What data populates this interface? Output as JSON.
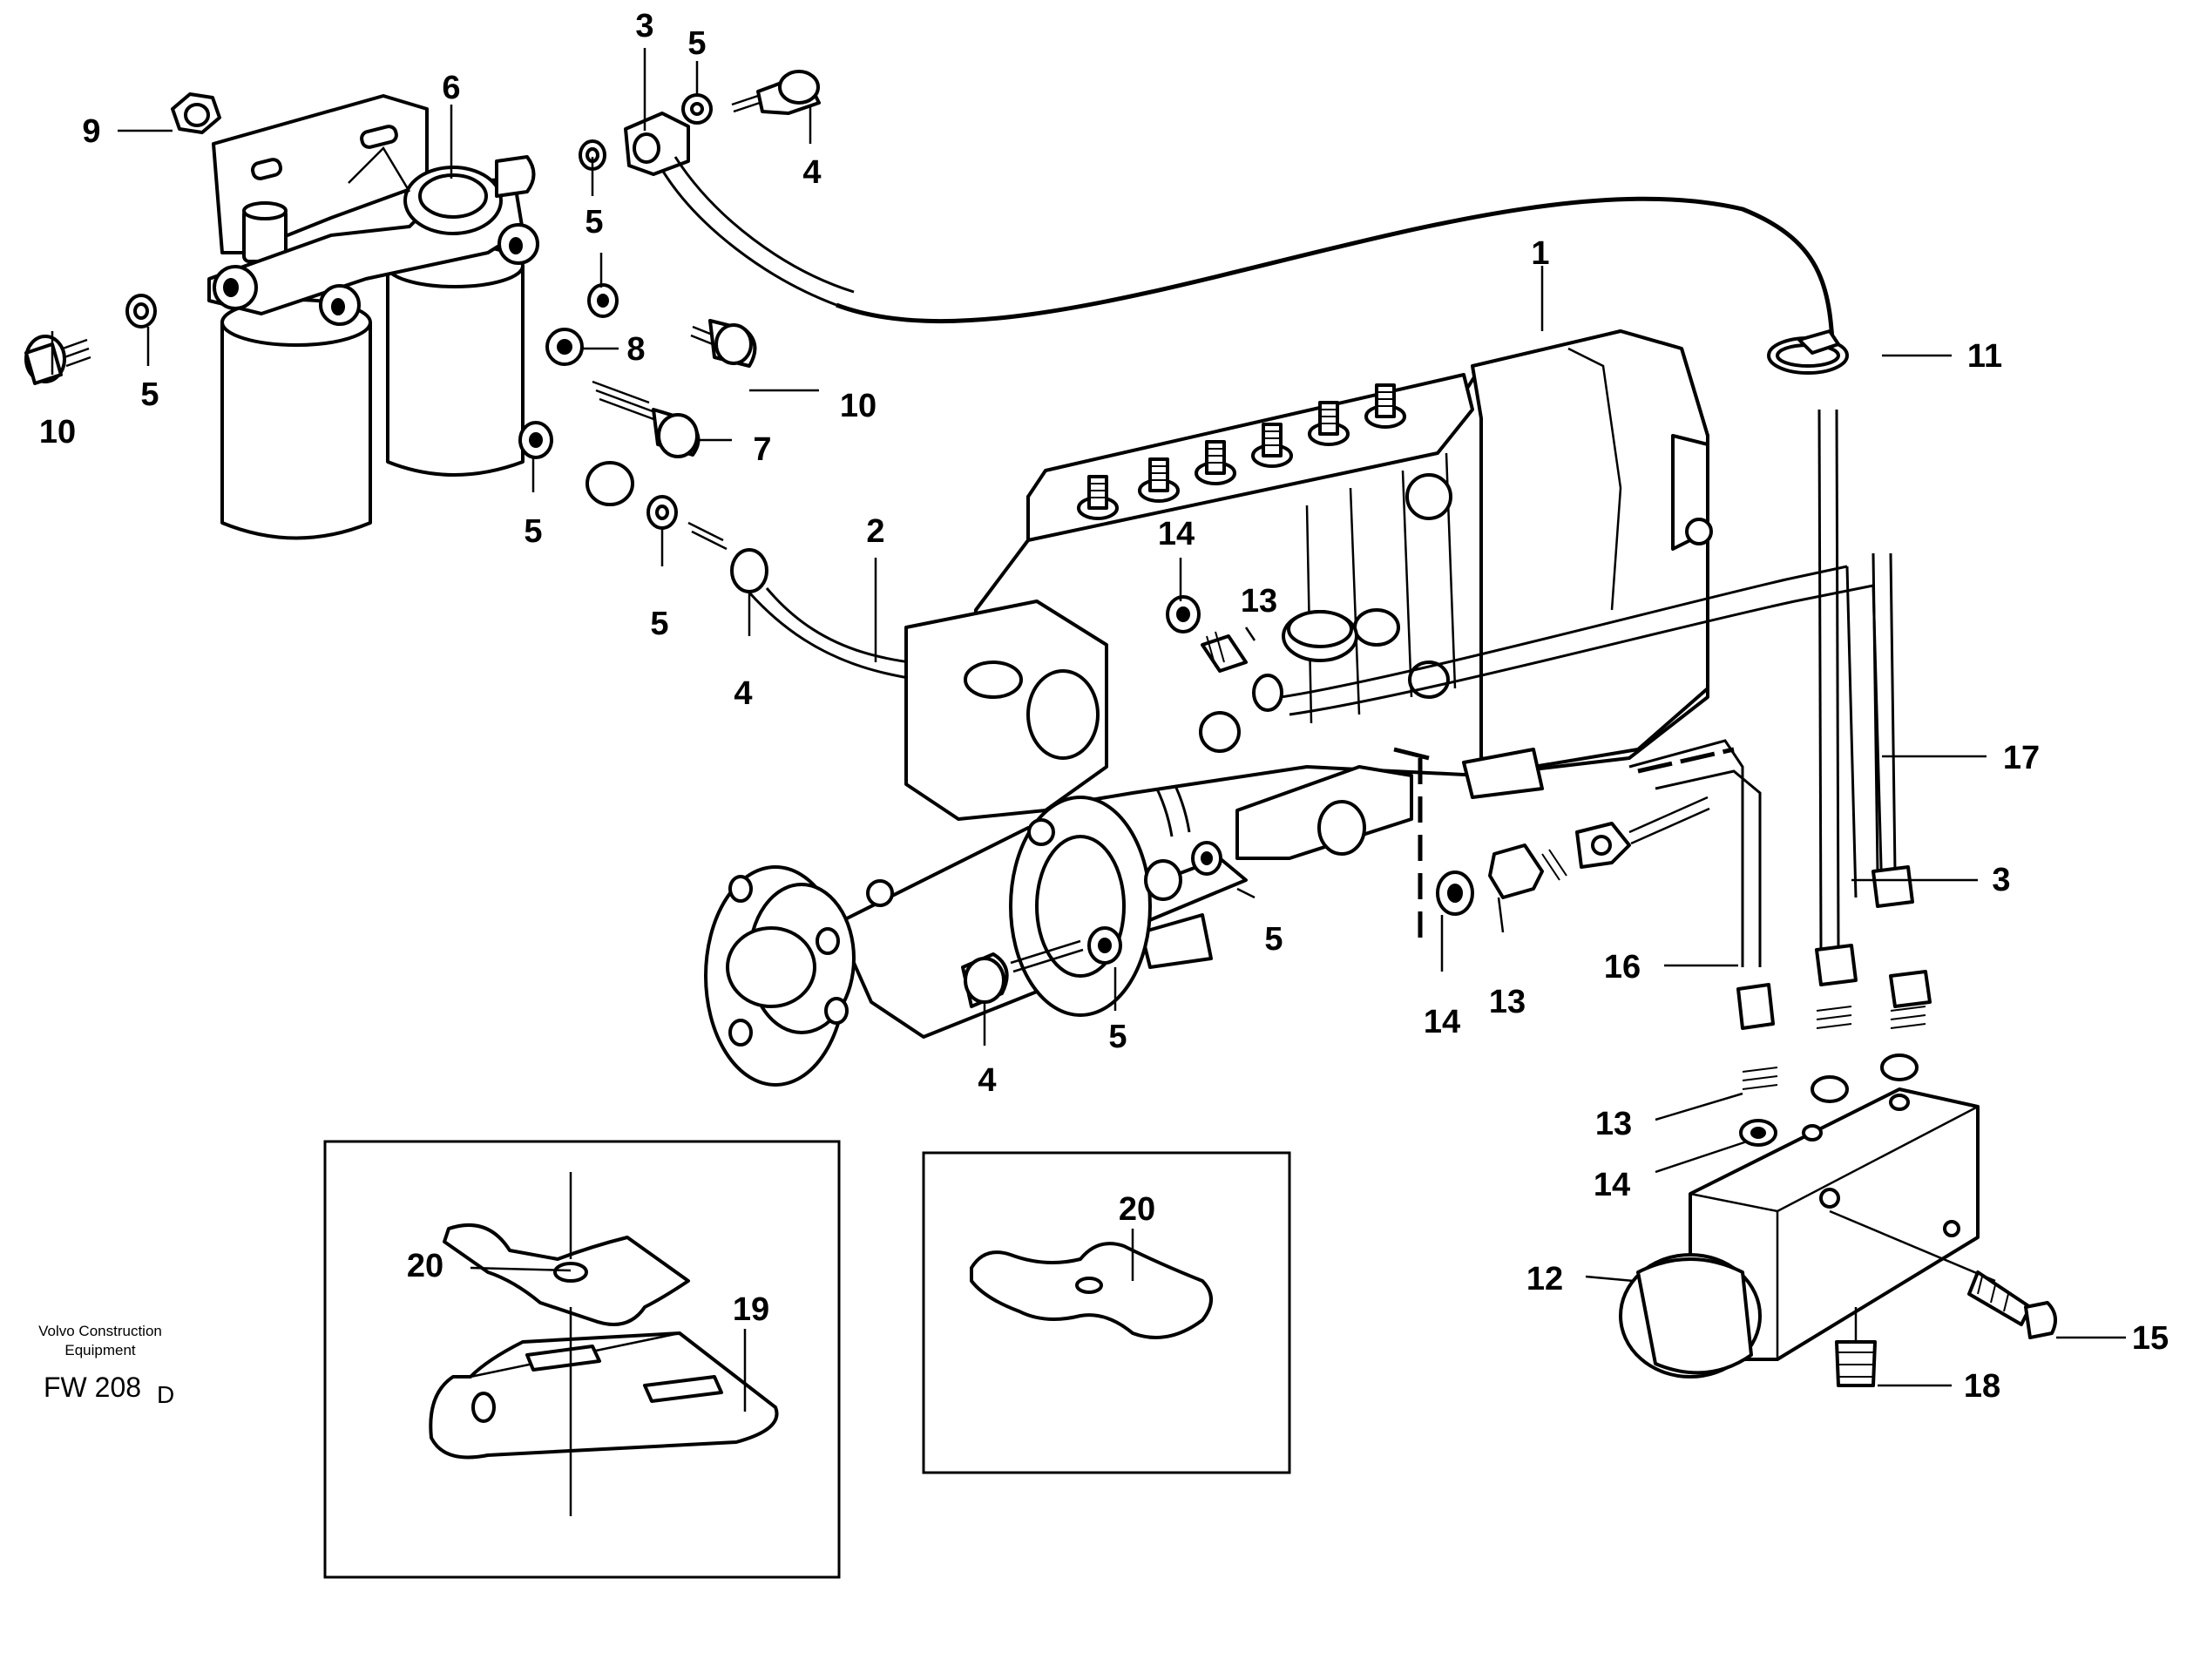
{
  "credit": {
    "line1": "Volvo Construction",
    "line2": "Equipment",
    "code": "FW 208",
    "suffix": "D"
  },
  "callouts": [
    {
      "id": "c3a",
      "label": "3"
    },
    {
      "id": "c5a",
      "label": "5"
    },
    {
      "id": "c9",
      "label": "9"
    },
    {
      "id": "c6",
      "label": "6"
    },
    {
      "id": "c4a",
      "label": "4"
    },
    {
      "id": "c5b",
      "label": "5"
    },
    {
      "id": "c5c",
      "label": "5"
    },
    {
      "id": "c1",
      "label": "1"
    },
    {
      "id": "c8",
      "label": "8"
    },
    {
      "id": "c11",
      "label": "11"
    },
    {
      "id": "c10a",
      "label": "10"
    },
    {
      "id": "c5d",
      "label": "5"
    },
    {
      "id": "c10b",
      "label": "10"
    },
    {
      "id": "c7",
      "label": "7"
    },
    {
      "id": "c5e",
      "label": "5"
    },
    {
      "id": "c2",
      "label": "2"
    },
    {
      "id": "c14a",
      "label": "14"
    },
    {
      "id": "c13a",
      "label": "13"
    },
    {
      "id": "c5f",
      "label": "5"
    },
    {
      "id": "c4b",
      "label": "4"
    },
    {
      "id": "c17",
      "label": "17"
    },
    {
      "id": "c5g",
      "label": "5"
    },
    {
      "id": "c3b",
      "label": "3"
    },
    {
      "id": "c16",
      "label": "16"
    },
    {
      "id": "c14b",
      "label": "14"
    },
    {
      "id": "c13b",
      "label": "13"
    },
    {
      "id": "c5h",
      "label": "5"
    },
    {
      "id": "c4c",
      "label": "4"
    },
    {
      "id": "c13c",
      "label": "13"
    },
    {
      "id": "c14c",
      "label": "14"
    },
    {
      "id": "c20a",
      "label": "20"
    },
    {
      "id": "c20b",
      "label": "20"
    },
    {
      "id": "c19",
      "label": "19"
    },
    {
      "id": "c12",
      "label": "12"
    },
    {
      "id": "c15",
      "label": "15"
    },
    {
      "id": "c18",
      "label": "18"
    }
  ]
}
